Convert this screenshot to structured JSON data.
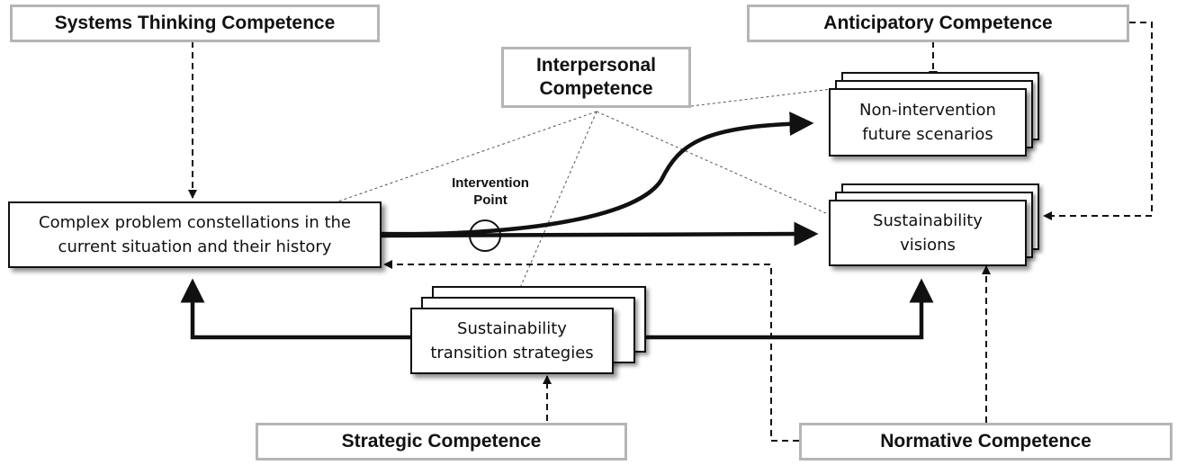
{
  "competences": {
    "systems_thinking": "Systems Thinking Competence",
    "anticipatory": "Anticipatory Competence",
    "interpersonal_line1": "Interpersonal",
    "interpersonal_line2": "Competence",
    "strategic": "Strategic Competence",
    "normative": "Normative Competence"
  },
  "nodes": {
    "complex_problem_line1": "Complex problem constellations in the",
    "complex_problem_line2": "current situation and their history",
    "non_intervention_line1": "Non-intervention",
    "non_intervention_line2": "future scenarios",
    "sustainability_visions_line1": "Sustainability",
    "sustainability_visions_line2": "visions",
    "transition_strategies_line1": "Sustainability",
    "transition_strategies_line2": "transition strategies"
  },
  "intervention_point": {
    "line1": "Intervention",
    "line2": "Point"
  },
  "colors": {
    "competence_border": "#b5b5b5",
    "line": "#111111"
  }
}
